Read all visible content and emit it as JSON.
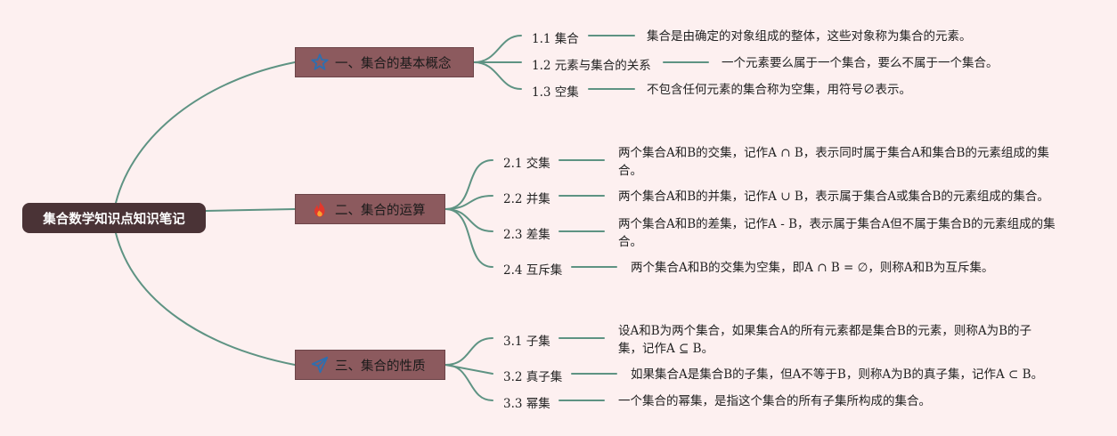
{
  "root": {
    "title": "集合数学知识点知识笔记"
  },
  "branches": [
    {
      "title": "一、集合的基本概念",
      "icon": "star-icon",
      "items": [
        {
          "label": "1.1 集合",
          "desc": "集合是由确定的对象组成的整体，这些对象称为集合的元素。"
        },
        {
          "label": "1.2 元素与集合的关系",
          "desc": "一个元素要么属于一个集合，要么不属于一个集合。"
        },
        {
          "label": "1.3 空集",
          "desc": "不包含任何元素的集合称为空集，用符号∅表示。"
        }
      ]
    },
    {
      "title": "二、集合的运算",
      "icon": "fire-icon",
      "items": [
        {
          "label": "2.1 交集",
          "desc": "两个集合A和B的交集，记作A ∩ B，表示同时属于集合A和集合B的元素组成的集合。"
        },
        {
          "label": "2.2 并集",
          "desc": "两个集合A和B的并集，记作A ∪ B，表示属于集合A或集合B的元素组成的集合。"
        },
        {
          "label": "2.3 差集",
          "desc": "两个集合A和B的差集，记作A - B，表示属于集合A但不属于集合B的元素组成的集合。"
        },
        {
          "label": "2.4 互斥集",
          "desc": "两个集合A和B的交集为空集，即A ∩ B = ∅，则称A和B为互斥集。"
        }
      ]
    },
    {
      "title": "三、集合的性质",
      "icon": "paper-plane-icon",
      "items": [
        {
          "label": "3.1 子集",
          "desc": "设A和B为两个集合，如果集合A的所有元素都是集合B的元素，则称A为B的子集，记作A ⊆ B。"
        },
        {
          "label": "3.2 真子集",
          "desc": "如果集合A是集合B的子集，但A不等于B，则称A为B的真子集，记作A ⊂ B。"
        },
        {
          "label": "3.3 幂集",
          "desc": "一个集合的幂集，是指这个集合的所有子集所构成的集合。"
        }
      ]
    }
  ],
  "colors": {
    "background": "#fdf0f0",
    "root_fill": "#4a3336",
    "branch_fill": "#8c5a5e",
    "connector": "#5e9383",
    "star_icon": "#2d6fb0",
    "fire_icon": "#e2382c",
    "plane_icon": "#2d6fb0"
  }
}
